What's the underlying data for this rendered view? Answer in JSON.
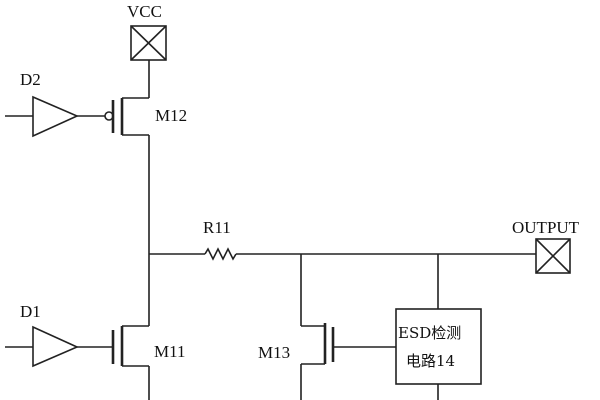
{
  "labels": {
    "vcc": "VCC",
    "d2": "D2",
    "d1": "D1",
    "m12": "M12",
    "m11": "M11",
    "m13": "M13",
    "r11": "R11",
    "output": "OUTPUT",
    "esd_line1": "ESD检测",
    "esd_line2": "电路14"
  }
}
